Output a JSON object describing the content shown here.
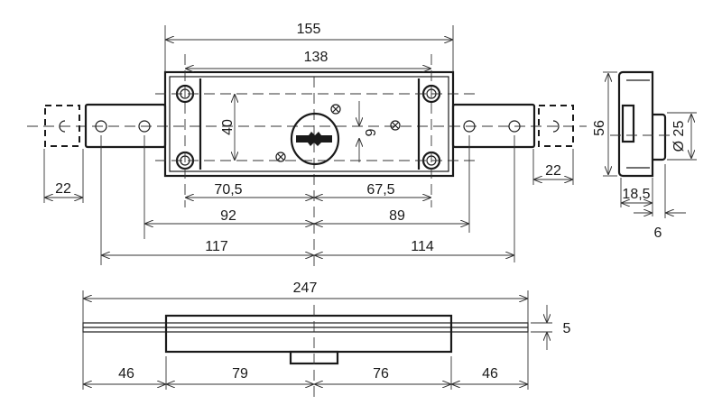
{
  "front_view": {
    "dims": {
      "overall_width": "155",
      "hole_spacing": "138",
      "hole_vertical": "40",
      "cylinder_offset": "6",
      "left_hole_to_center": "70,5",
      "right_hole_to_center": "67,5",
      "left_inner_plate_hole": "92",
      "right_inner_plate_hole": "89",
      "left_outer_plate_hole": "117",
      "right_outer_plate_hole": "114",
      "left_extension": "22",
      "right_extension": "22"
    }
  },
  "side_view": {
    "dims": {
      "height": "56",
      "cylinder_diameter": "Ø 25",
      "depth": "18,5",
      "cylinder_projection": "6"
    }
  },
  "bottom_view": {
    "dims": {
      "overall_length": "247",
      "bar_thickness": "5",
      "left_bar": "46",
      "left_body": "79",
      "right_body": "76",
      "right_bar": "46"
    }
  }
}
